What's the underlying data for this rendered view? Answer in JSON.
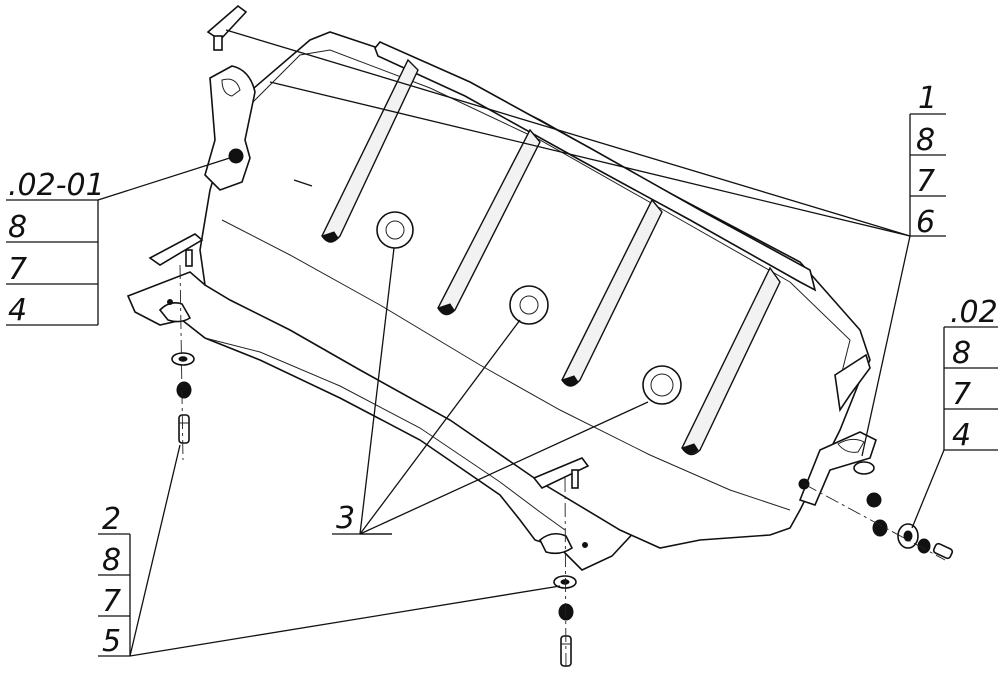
{
  "callouts": {
    "left_top": {
      "rows": [
        ".02-01",
        "8",
        "7",
        "4"
      ]
    },
    "right_top": {
      "rows": [
        "1",
        "8",
        "7",
        "6"
      ]
    },
    "right_mid": {
      "rows": [
        ".02",
        "8",
        "7",
        "4"
      ]
    },
    "left_bottom": {
      "rows": [
        "2",
        "8",
        "7",
        "5"
      ]
    },
    "center_bottom": {
      "rows": [
        "3"
      ]
    }
  },
  "colors": {
    "line": "#111111",
    "background": "#ffffff",
    "fill_light": "#f2f2f2"
  }
}
